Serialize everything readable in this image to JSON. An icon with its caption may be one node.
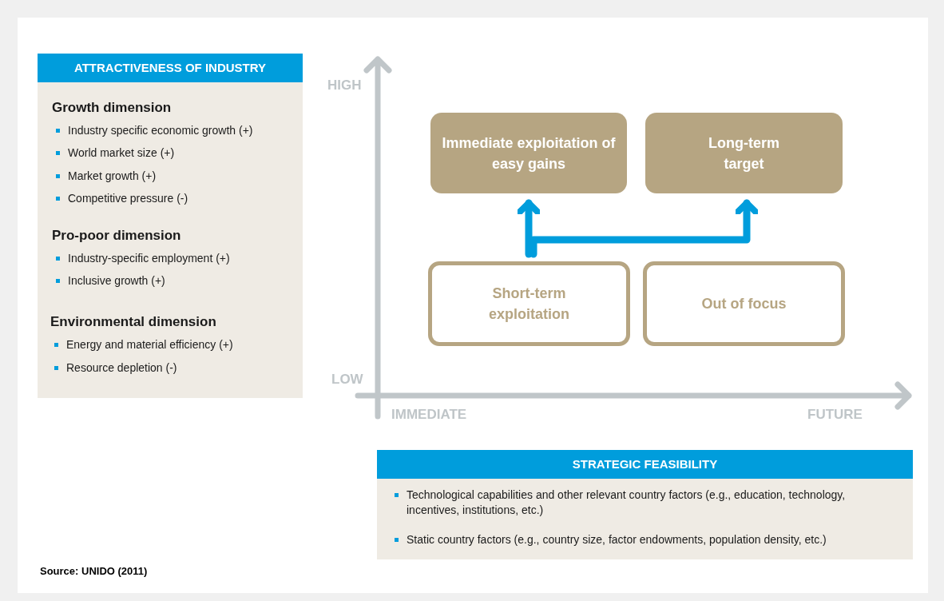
{
  "diagram": {
    "nodes": [
      {
        "text": [
          "ATTRACTIVENESS OF INDUSTRY",
          "Growth dimension",
          "Industry specific economic growth (+)",
          "World market size (+)",
          "Market growth (+)",
          "Competitive pressure (-)",
          "Pro-poor dimension",
          "Industry-specific employment (+)",
          "Inclusive growth (+)",
          "Environmental dimension",
          "Energy and material efficiency (+)",
          "Resource depletion (-)"
        ]
      },
      {
        "text": [
          "Immediate exploitation of easy gains"
        ]
      },
      {
        "text": [
          "Long-term target"
        ]
      },
      {
        "text": [
          "Short-term exploitation"
        ]
      },
      {
        "text": [
          "Out of focus"
        ]
      },
      {
        "text": [
          "STRATEGIC FEASIBILITY",
          "Technological capabilities and other relevant country factors (e.g., education, technology, incentives, institutions, etc.)",
          "Static country factors (e.g., country size, factor endowments, population density, etc.)"
        ]
      }
    ],
    "edges": [
      {
        "from": 3,
        "to": 1,
        "arrow": "to"
      },
      {
        "from": 3,
        "to": 2,
        "arrow": "to"
      }
    ],
    "labels": [
      "HIGH",
      "LOW",
      "IMMEDIATE",
      "FUTURE",
      "Source: UNIDO (2011)"
    ]
  }
}
